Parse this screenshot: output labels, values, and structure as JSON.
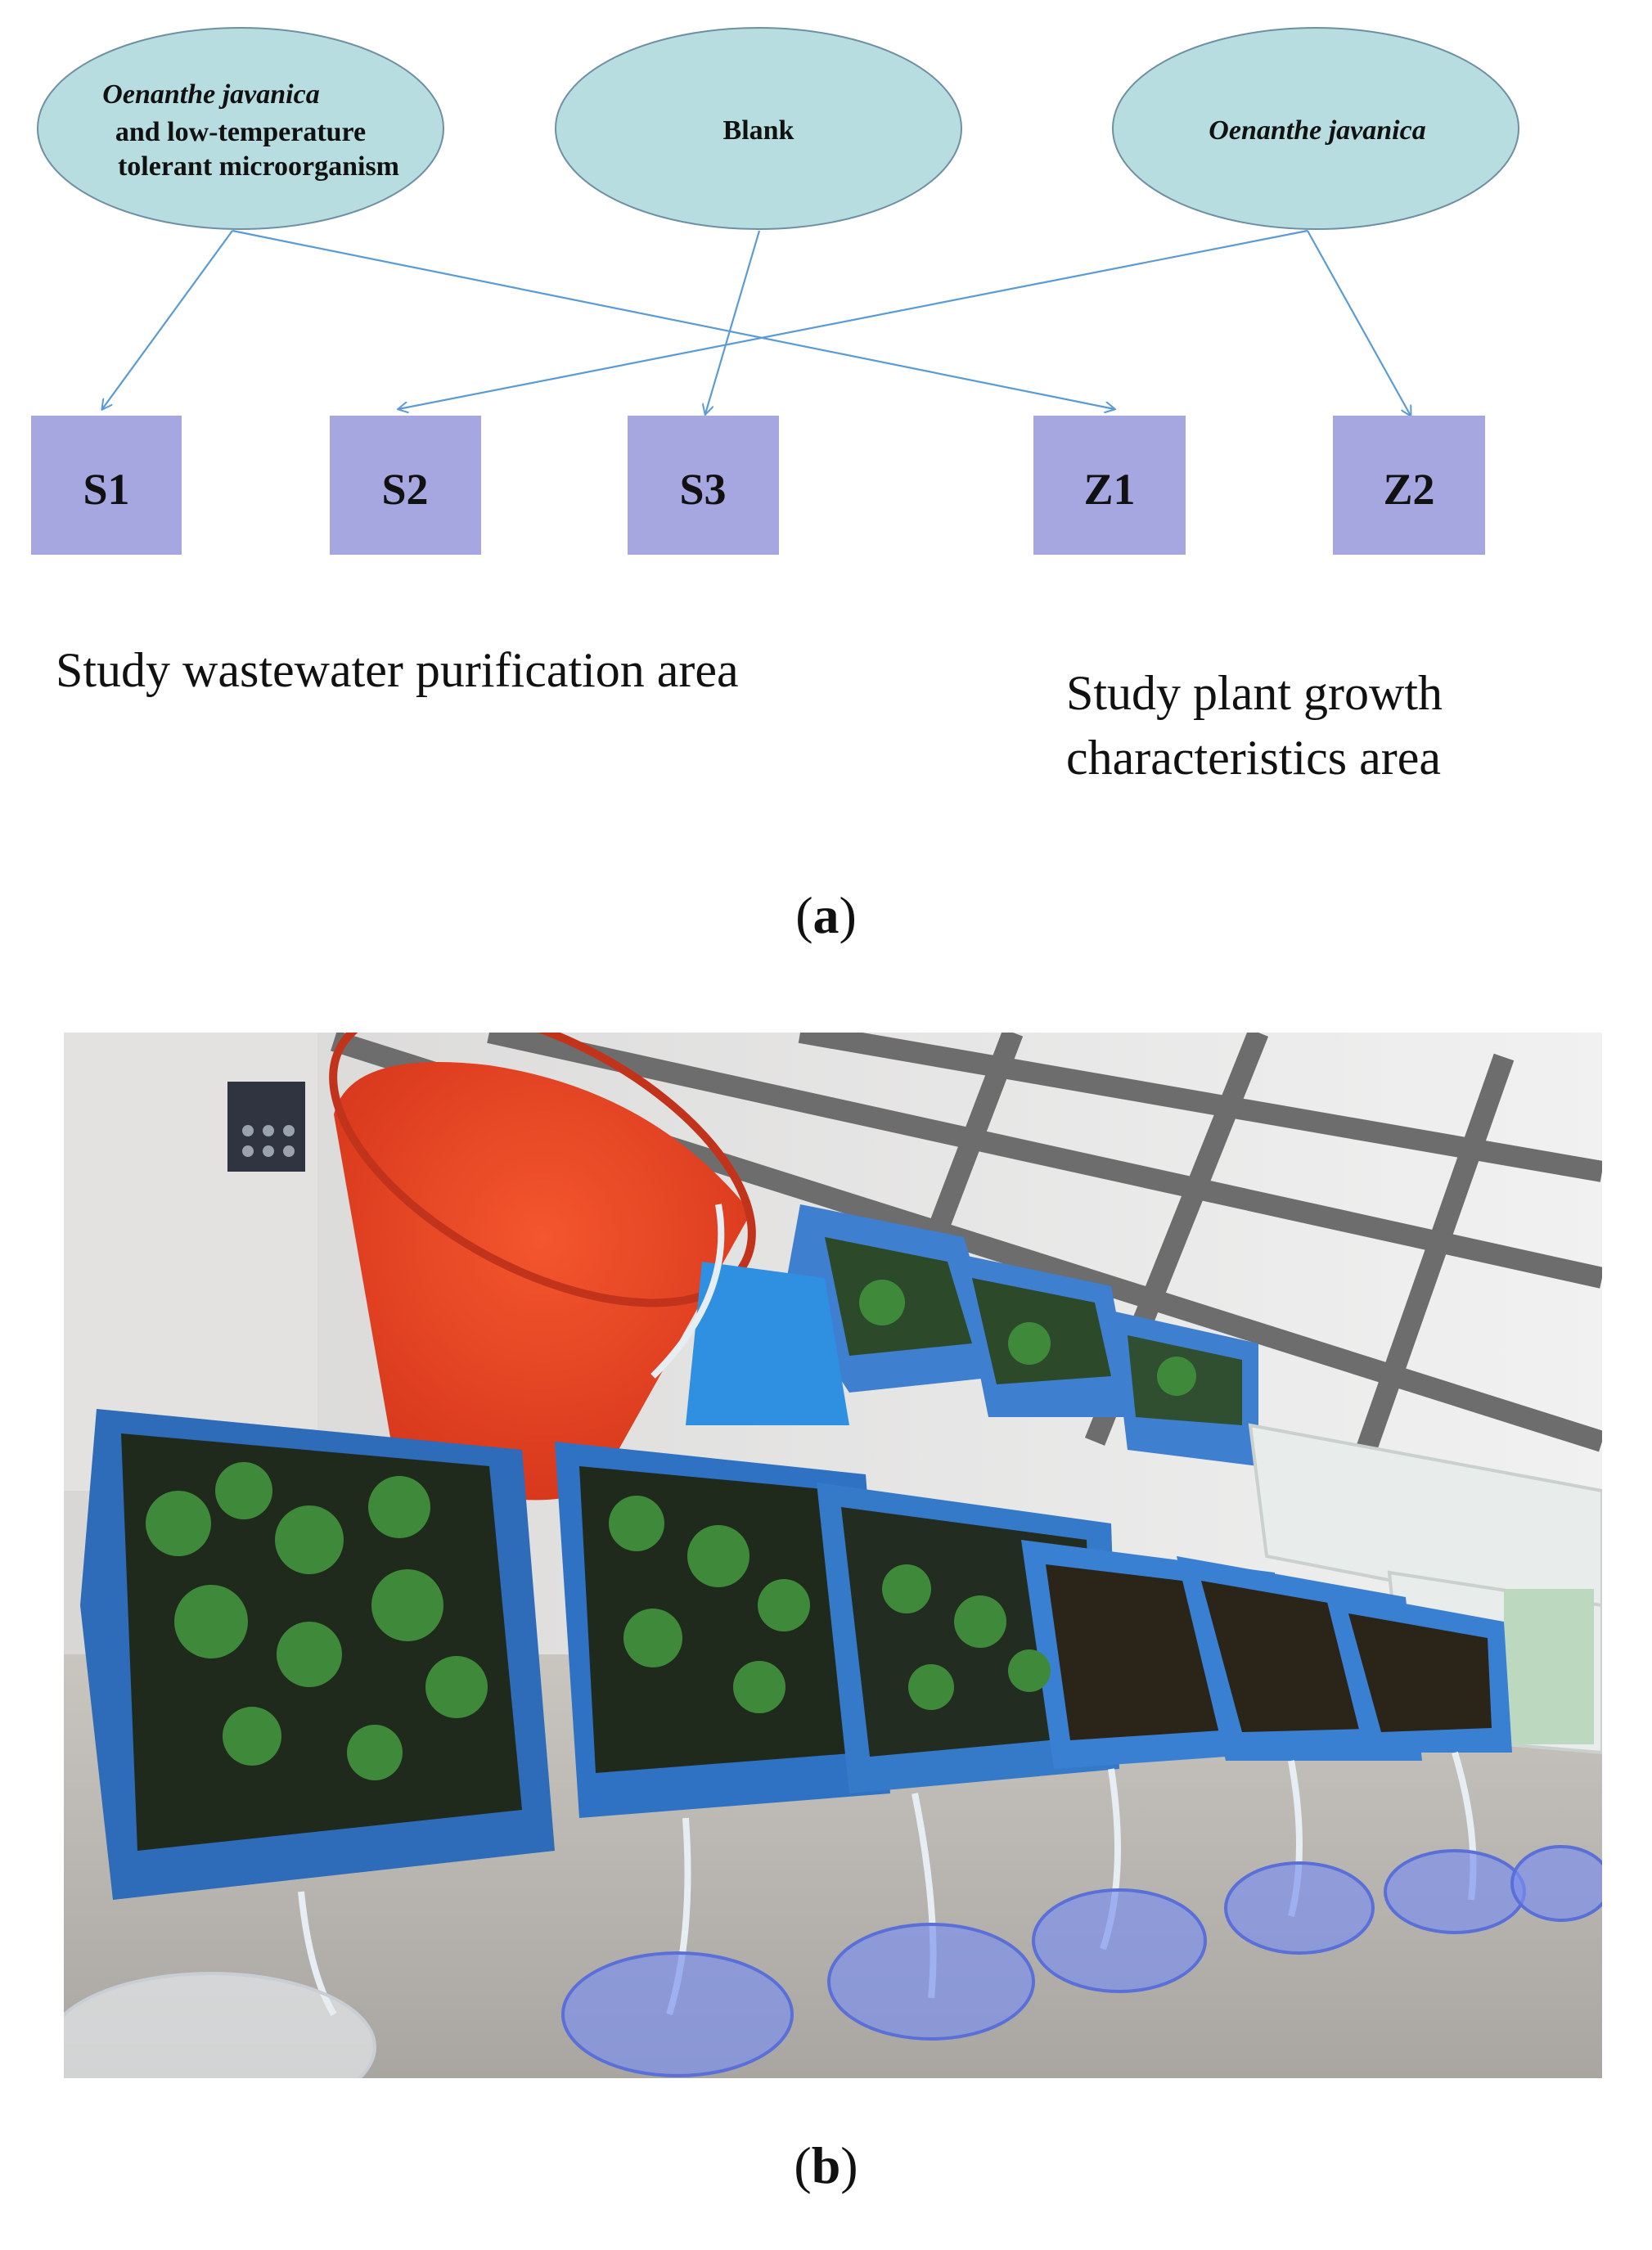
{
  "diagram": {
    "nodes": [
      {
        "id": "oj-micro",
        "lines": [
          {
            "text": "Oenanthe javanica",
            "italic": true
          },
          {
            "text": "and  low-temperature",
            "italic": false
          },
          {
            "text": "tolerant microorganism",
            "italic": false
          }
        ]
      },
      {
        "id": "blank",
        "lines": [
          {
            "text": "Blank",
            "italic": false
          }
        ]
      },
      {
        "id": "oj",
        "lines": [
          {
            "text": "Oenanthe javanica",
            "italic": true
          }
        ]
      }
    ],
    "boxes": [
      "S1",
      "S2",
      "S3",
      "Z1",
      "Z2"
    ],
    "edges": [
      {
        "from": "oj-micro",
        "to": "S1"
      },
      {
        "from": "oj-micro",
        "to": "Z1"
      },
      {
        "from": "blank",
        "to": "S3"
      },
      {
        "from": "oj",
        "to": "S2"
      },
      {
        "from": "oj",
        "to": "Z2"
      }
    ],
    "area_left": "Study wastewater purification area",
    "area_right_line1": "Study plant growth",
    "area_right_line2": "characteristics area",
    "colors": {
      "ellipse_fill": "#b7dde0",
      "ellipse_stroke": "#6f8fa3",
      "box_fill": "#a6a6e0",
      "arrow": "#5b9bd5"
    }
  },
  "captions": {
    "a_letter": "a",
    "b_letter": "b"
  },
  "photo": {
    "description_icon": "hydroponic-planters-photo"
  }
}
